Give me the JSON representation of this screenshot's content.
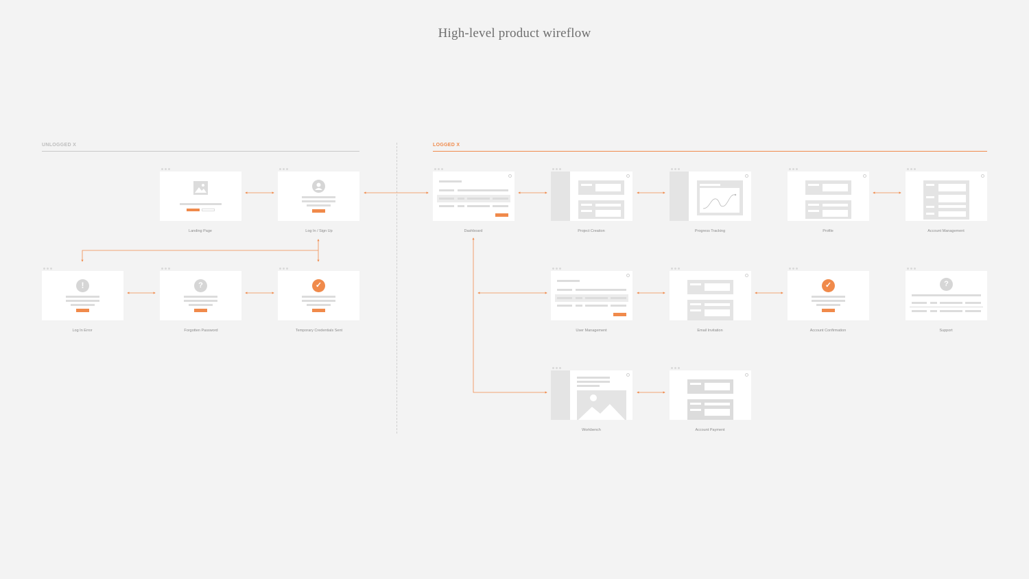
{
  "title": "High-level product wireflow",
  "sections": {
    "unlogged": {
      "label": "UNLOGGED X",
      "color": "#bdbdbd"
    },
    "logged": {
      "label": "LOGGED X",
      "color": "#f08a4b"
    }
  },
  "screens": {
    "landing_page": "Landing Page",
    "login_signup": "Log In / Sign Up",
    "login_error": "Log In Error",
    "forgotten_password": "Forgotten Password",
    "temp_credentials": "Temporary Credentials Sent",
    "dashboard": "Dashboard",
    "project_creation": "Project Creation",
    "progress_tracking": "Progress Tracking",
    "profile": "Profile",
    "account_management": "Account Management",
    "user_management": "User Management",
    "email_invitation": "Email Invitation",
    "account_confirmation": "Account Confirmation",
    "support": "Support",
    "workbench": "Workbench",
    "account_payment": "Account Payment"
  },
  "icons": {
    "error": "!",
    "question": "?",
    "check": "✓"
  },
  "colors": {
    "accent": "#f08a4b",
    "placeholder": "#dcdcdc",
    "background": "#f3f3f3"
  }
}
